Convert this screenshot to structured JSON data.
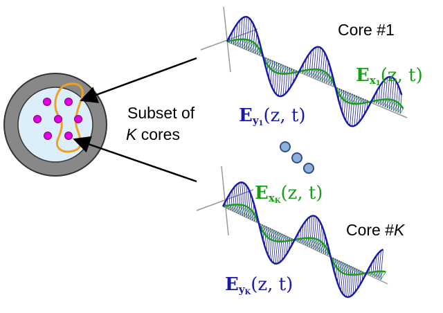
{
  "labels": {
    "subset_line1": "Subset of",
    "subset_k": "K",
    "subset_cores": "cores",
    "core1": "Core #1",
    "coreK_prefix": "Core #",
    "coreK_k": "K"
  },
  "fields": {
    "ex1": {
      "sym": "E",
      "sub": "x",
      "subsub": "1",
      "args": "(z, t)"
    },
    "ey1": {
      "sym": "E",
      "sub": "y",
      "subsub": "1",
      "args": "(z, t)"
    },
    "exK": {
      "sym": "E",
      "sub": "x",
      "subsub": "K",
      "args": "(z, t)"
    },
    "eyK": {
      "sym": "E",
      "sub": "y",
      "subsub": "K",
      "args": "(z, t)"
    }
  },
  "colors": {
    "fiber_cladding_outer": "#888888",
    "fiber_core_region": "#dceefa",
    "core_dot": "#e000e0",
    "subset_outline": "#f0a020",
    "ellipsis_dot": "#8fb0d8",
    "green_wave": "#1a9e1a",
    "blue_wave": "#1a1aa8"
  },
  "fiber": {
    "core_count": 7,
    "subset_size": 4
  },
  "ellipsis_dots": 3
}
